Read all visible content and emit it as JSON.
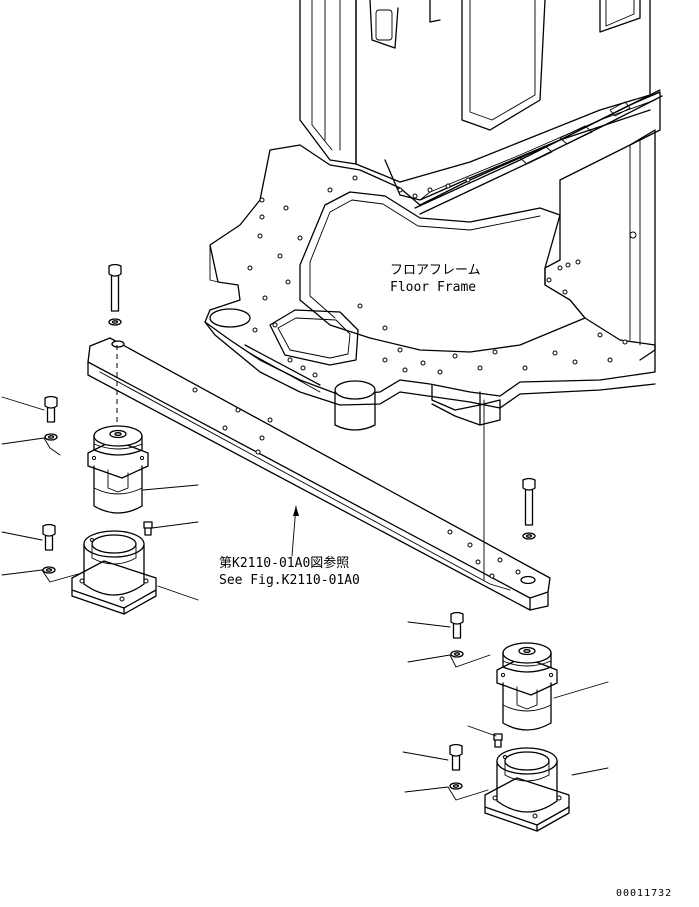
{
  "labels": {
    "floor_frame_jp": "フロアフレーム",
    "floor_frame_en": "Floor Frame",
    "see_fig_jp": "第K2110-01A0図参照",
    "see_fig_en": "See Fig.K2110-01A0",
    "drawing_number": "00011732"
  },
  "parts": [
    "floor-frame",
    "cab",
    "cross-beam",
    "bolt",
    "washer",
    "cab-mount-damper",
    "mount-bracket",
    "plug-bolt"
  ]
}
